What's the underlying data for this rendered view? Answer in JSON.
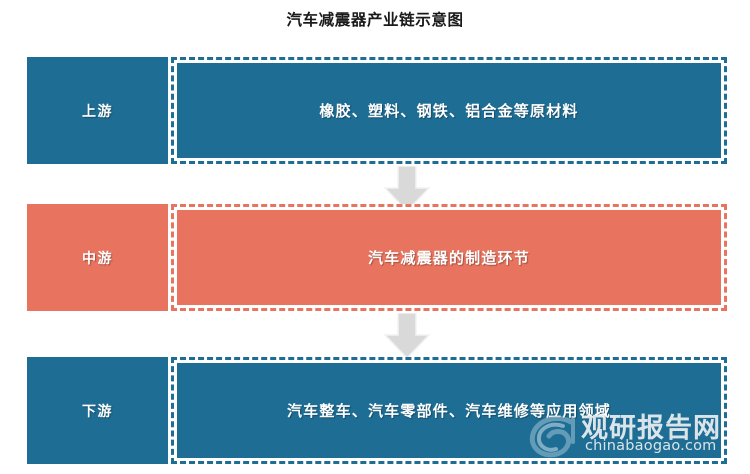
{
  "title": "汽车减震器产业链示意图",
  "colors": {
    "upstream": "#1d6d94",
    "midstream": "#e8735e",
    "downstream": "#1d6d94",
    "arrow": "#d9d9d9",
    "background": "#ffffff",
    "title_text": "#1a1a1a",
    "box_text": "#ffffff"
  },
  "rows": [
    {
      "stage_label": "上游",
      "content": "橡胶、塑料、钢铁、铝合金等原材料",
      "tone": "blue"
    },
    {
      "stage_label": "中游",
      "content": "汽车减震器的制造环节",
      "tone": "salmon"
    },
    {
      "stage_label": "下游",
      "content": "汽车整车、汽车零部件、汽车维修等应用领域",
      "tone": "blue"
    }
  ],
  "arrows": [
    {
      "direction": "down",
      "icon": "arrow-down-icon"
    },
    {
      "direction": "down",
      "icon": "arrow-down-icon"
    }
  ],
  "watermark": {
    "logo_icon": "swirl-logo-icon",
    "name_cn": "观研报告网",
    "name_en": "chinabaogao.com"
  }
}
